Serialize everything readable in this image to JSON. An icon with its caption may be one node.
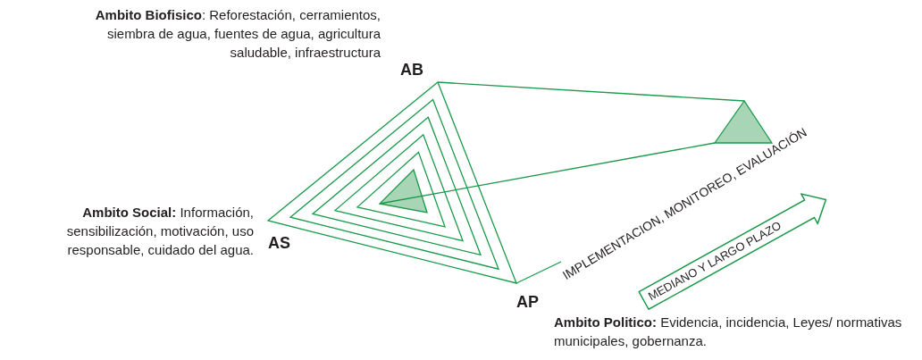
{
  "diagram": {
    "nodes": [
      {
        "text": [
          "MEDIANO Y LARGO PLAZO"
        ]
      }
    ],
    "edges": [],
    "labels": [
      "**Ambito Biofisico**: Reforestación, cerramientos, siembra de agua, fuentes de agua, agricultura saludable, infraestructura",
      "AB",
      "**Ambito Social:** Información, sensibilización, motivación, uso responsable, cuidado del agua.",
      "AS",
      "IMPLEMENTACION, MONITOREO, EVALUACIÓN",
      "AP",
      "**Ambito Politico:** Evidencia, incidencia, Leyes/ normativas municipales, gobernanza."
    ]
  }
}
